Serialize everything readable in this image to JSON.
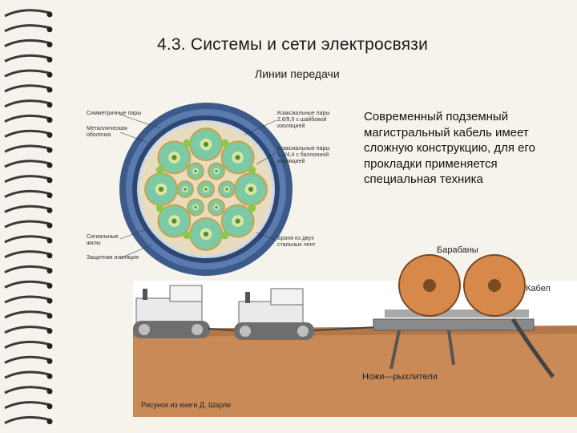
{
  "slide": {
    "title": "4.3. Системы и сети электросвязи",
    "subtitle": "Линии передачи",
    "body": "Современный подземный магистральный кабель имеет сложную конструкцию, для его прокладки применяется специальная техника"
  },
  "figure": {
    "cable_labels": {
      "l1": "Симметричные пары",
      "l2": "Металлическая оболочка",
      "l3": "Коаксиальные пары 2,6/9,5 с шайбовой изоляцией",
      "l4": "Коаксиальные пары 1,2/4,4 с баллонной изоляцией",
      "l5": "Сигнальные жилы",
      "l6": "Защитная изоляция",
      "l7": "Броня из двух стальных лент"
    },
    "drums_label": "Барабаны",
    "cable_label": "Кабел",
    "knives_label": "Ножи—рыхлители",
    "credit": "Рисунок из книги Д. Шарле"
  },
  "colors": {
    "ground": "#c98a58",
    "sky": "#ffffff",
    "cable_sheath": "#4a6a9a",
    "coax_green": "#7bc9a6",
    "wood": "#d6894a"
  }
}
